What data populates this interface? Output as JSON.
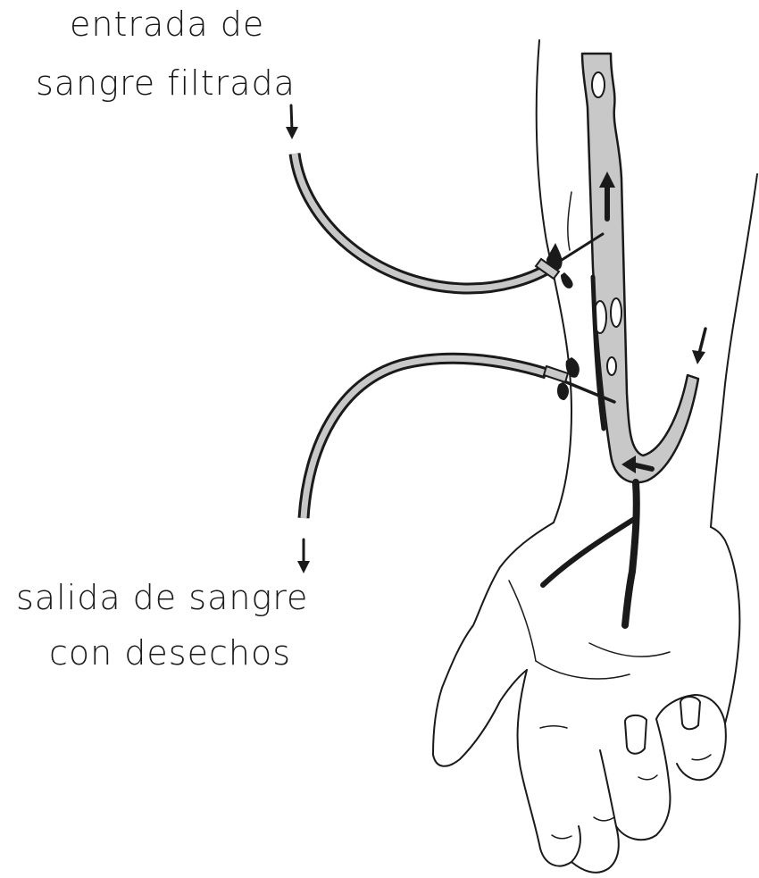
{
  "labels": {
    "inflow_line1": "entrada de",
    "inflow_line2": "sangre filtrada",
    "outflow_line1": "salida de sangre",
    "outflow_line2": "con desechos"
  },
  "colors": {
    "outline": "#1a1a1a",
    "vessel_fill": "#c8c8c8",
    "background": "#ffffff"
  }
}
